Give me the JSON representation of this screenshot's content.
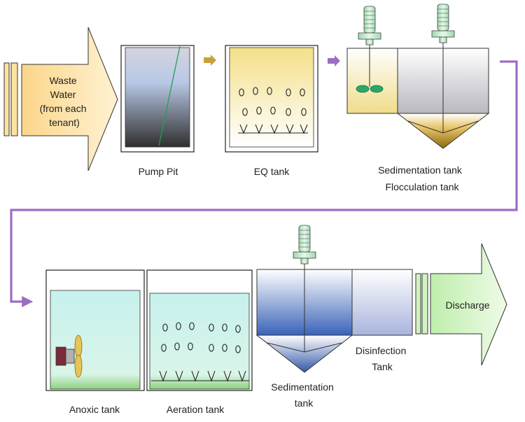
{
  "inlet": {
    "text_lines": [
      "Waste",
      "Water",
      "(from each",
      "tenant)"
    ]
  },
  "units": {
    "pump_pit": "Pump Pit",
    "eq_tank": "EQ tank",
    "sedimentation_tank_top": "Sedimentation tank",
    "flocculation_tank": "Flocculation tank",
    "anoxic_tank": "Anoxic tank",
    "aeration_tank": "Aeration tank",
    "sedimentation_tank_bottom": [
      "Sedimentation",
      "tank"
    ],
    "disinfection_tank": [
      "Disinfection",
      "Tank"
    ]
  },
  "outlet": {
    "label": "Discharge"
  },
  "colors": {
    "flow_line_purple": "#9b6fc0",
    "small_arrow_gold": "#c8a13a",
    "inlet_arrow_fill": "#fde3a2",
    "outlet_arrow_fill": "#d2f2c2",
    "mixer_green": "#2aa86a",
    "motor_green": "#c8ecd0"
  },
  "icons": [
    "mixer-motor-icon",
    "impeller-icon",
    "propeller-mixer-icon",
    "diffuser-icon",
    "bubble-icon"
  ]
}
